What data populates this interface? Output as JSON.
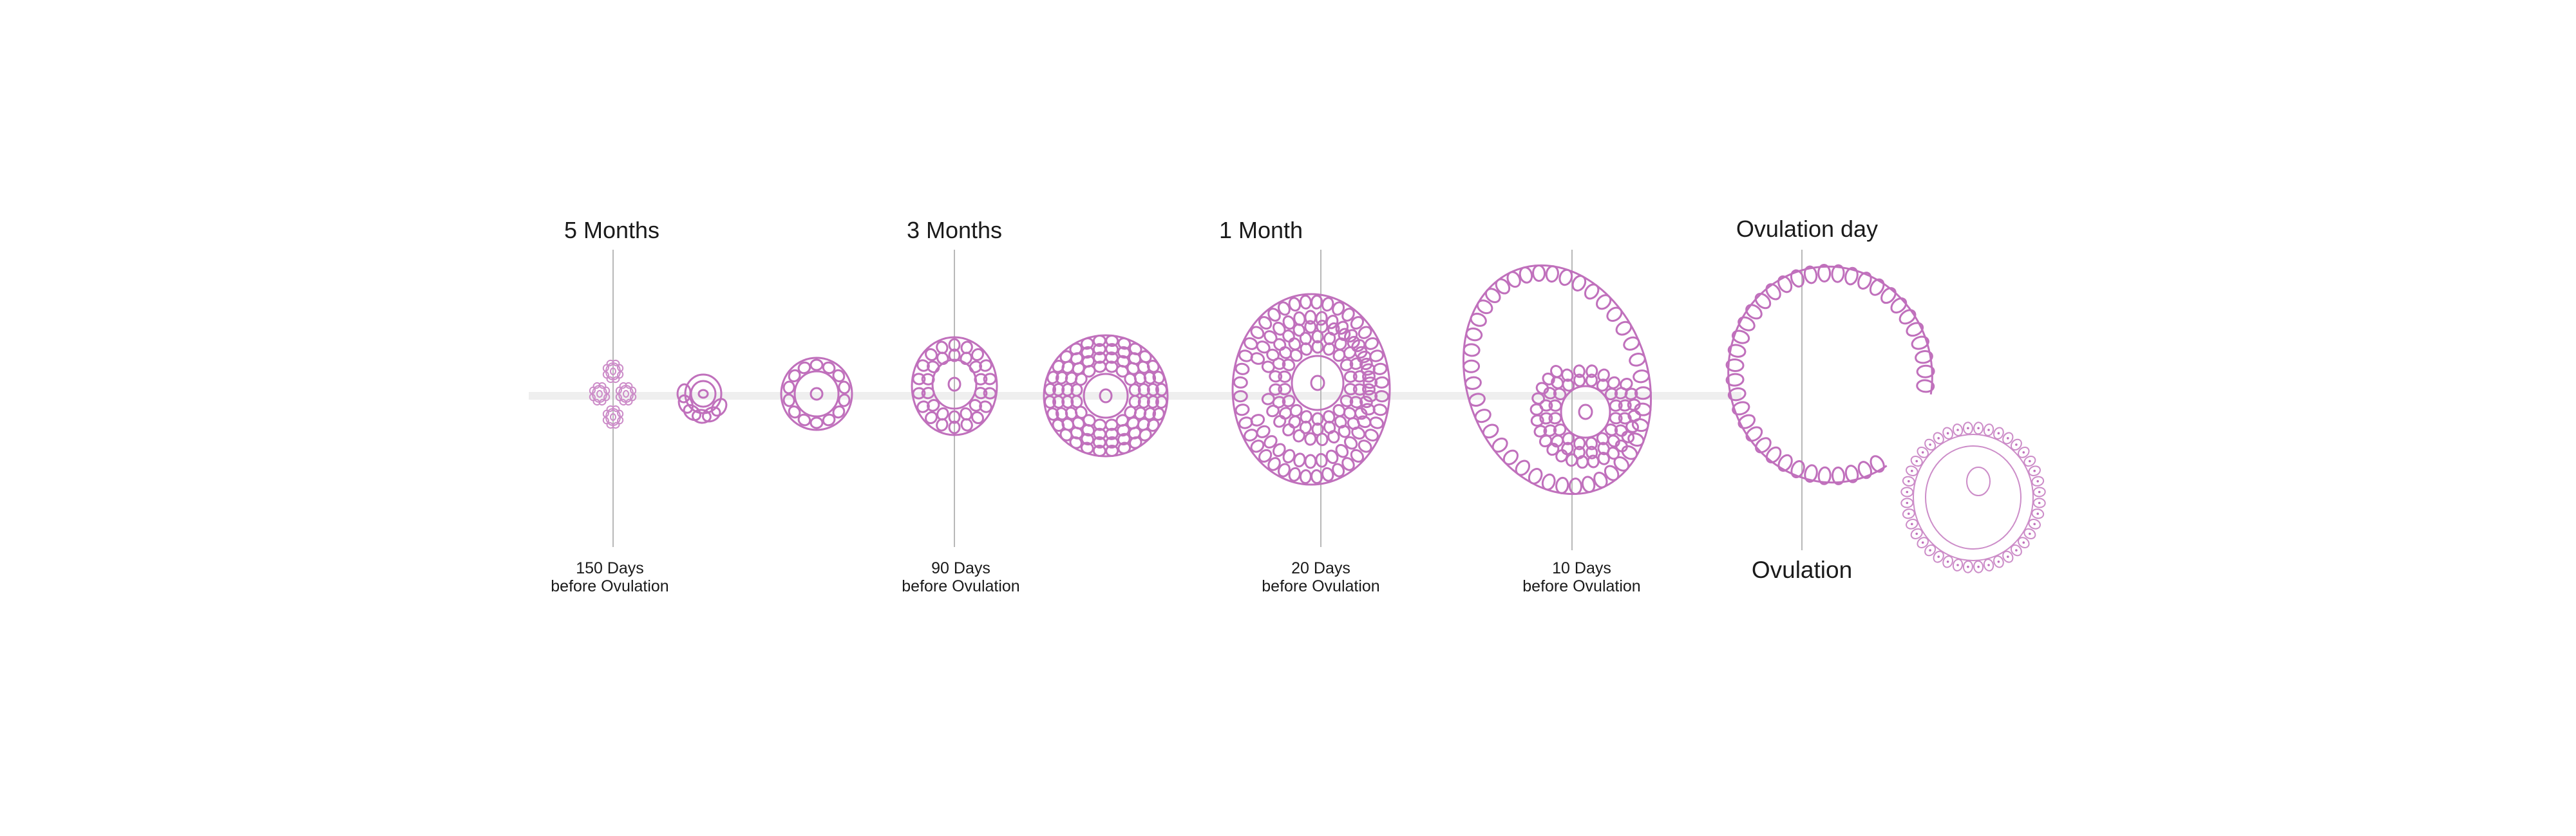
{
  "title_labels": [
    "5 Months",
    "3 Months",
    "1 Month",
    "Ovulation day"
  ],
  "bottom_labels": [
    {
      "line1": "150 Days",
      "line2": "before Ovulation"
    },
    {
      "line1": "90 Days",
      "line2": "before Ovulation"
    },
    {
      "line1": "20 Days",
      "line2": "before Ovulation"
    },
    {
      "line1": "10 Days",
      "line2": "before Ovulation"
    }
  ],
  "ovulation_label": "Ovulation",
  "colors": {
    "follicle": "#c070bc",
    "guide": "#b8b8b8",
    "timeline": "#efefef",
    "text": "#1a1a1a"
  }
}
